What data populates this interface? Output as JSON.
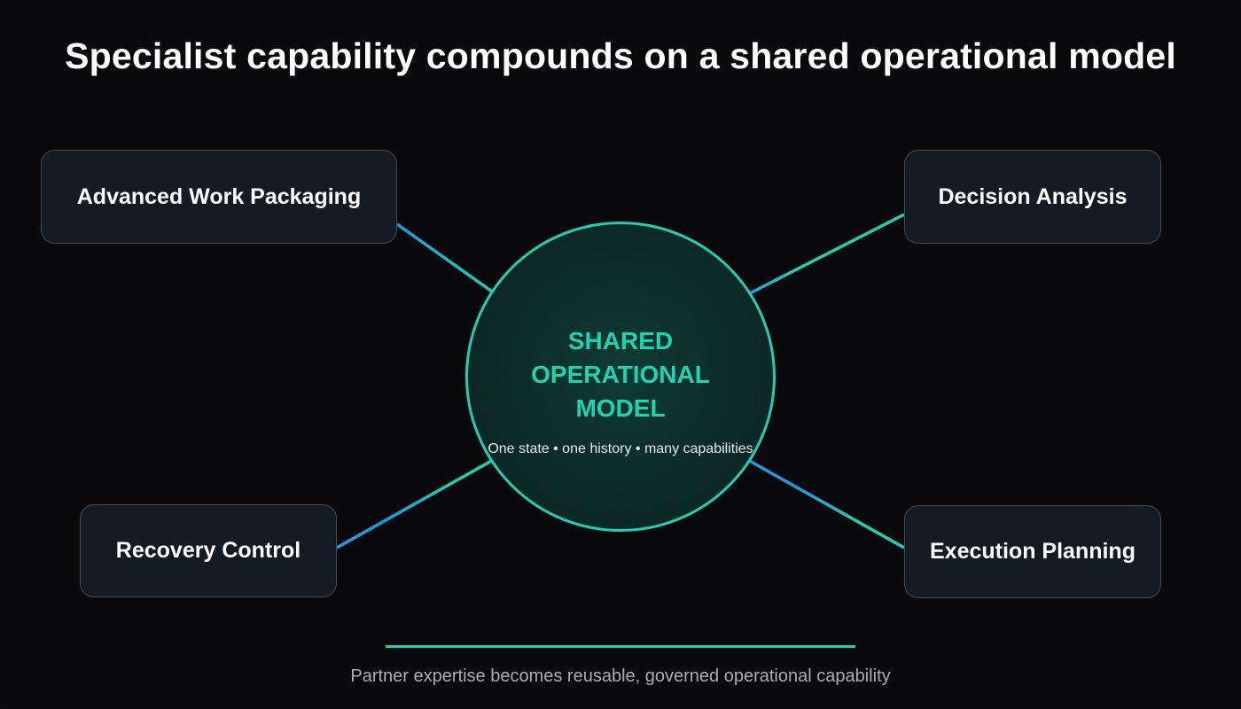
{
  "title": "Specialist capability compounds on a shared operational model",
  "hub": {
    "title": "SHARED\nOPERATIONAL\nMODEL",
    "subtitle": "One state • one history • many capabilities"
  },
  "nodes": {
    "top_left": "Advanced Work Packaging",
    "top_right": "Decision Analysis",
    "bottom_left": "Recovery Control",
    "bottom_right": "Execution Planning"
  },
  "footer": "Partner expertise becomes reusable, governed operational capability",
  "colors": {
    "accent_teal": "#1fcfae",
    "accent_blue": "#1e9be0",
    "node_background": "#141b22",
    "node_border": "#3e4c58",
    "page_background": "#0a0a0c"
  }
}
